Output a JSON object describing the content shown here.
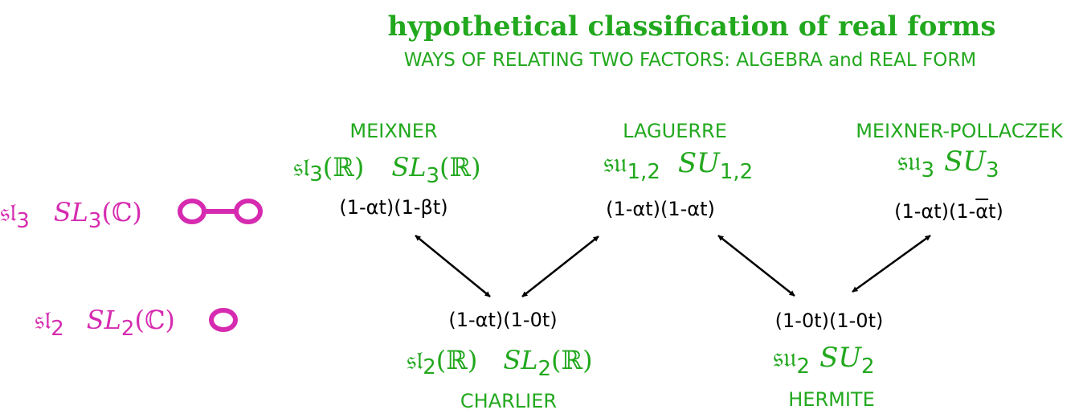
{
  "title": "hypothetical classification of real forms",
  "subtitle": "WAYS OF RELATING TWO FACTORS:  ALGEBRA and REAL FORM",
  "colors": {
    "green": "#22a81e",
    "magenta": "#d62bb0",
    "black": "#000000"
  },
  "left_column": {
    "rank2": {
      "algebra": "𝔰𝔩",
      "algebra_sub": "3",
      "group": "SL",
      "group_sub": "3",
      "field": "(ℂ)",
      "dynkin": "two-node-diagram"
    },
    "rank1": {
      "algebra": "𝔰𝔩",
      "algebra_sub": "2",
      "group": "SL",
      "group_sub": "2",
      "field": "(ℂ)",
      "dynkin": "one-node-diagram"
    }
  },
  "nodes": {
    "meixner": {
      "name": "MEIXNER",
      "algebra": "𝔰𝔩",
      "algebra_sub": "3",
      "algebra_field": "(ℝ)",
      "group": "SL",
      "group_sub": "3",
      "group_field": "(ℝ)",
      "formula": "(1-αt)(1-βt)"
    },
    "laguerre": {
      "name": "LAGUERRE",
      "algebra": "𝔰𝔲",
      "algebra_sub": "1,2",
      "group": "SU",
      "group_sub": "1,2",
      "formula": "(1-αt)(1-αt)"
    },
    "meixner_pollaczek": {
      "name": "MEIXNER-POLLACZEK",
      "algebra": "𝔰𝔲",
      "algebra_sub": "3",
      "group": "SU",
      "group_sub": "3",
      "formula_prefix": "(1-αt)(1-",
      "formula_bar": "α",
      "formula_suffix": "t)"
    },
    "charlier": {
      "name": "CHARLIER",
      "algebra": "𝔰𝔩",
      "algebra_sub": "2",
      "algebra_field": "(ℝ)",
      "group": "SL",
      "group_sub": "2",
      "group_field": "(ℝ)",
      "formula": "(1-αt)(1-0t)"
    },
    "hermite": {
      "name": "HERMITE",
      "algebra": "𝔰𝔲",
      "algebra_sub": "2",
      "group": "SU",
      "group_sub": "2",
      "formula": "(1-0t)(1-0t)"
    }
  },
  "edges": [
    {
      "from": "meixner",
      "to": "charlier",
      "direction": "both"
    },
    {
      "from": "laguerre",
      "to": "charlier",
      "direction": "both"
    },
    {
      "from": "laguerre",
      "to": "hermite",
      "direction": "both"
    },
    {
      "from": "meixner_pollaczek",
      "to": "hermite",
      "direction": "both"
    }
  ]
}
